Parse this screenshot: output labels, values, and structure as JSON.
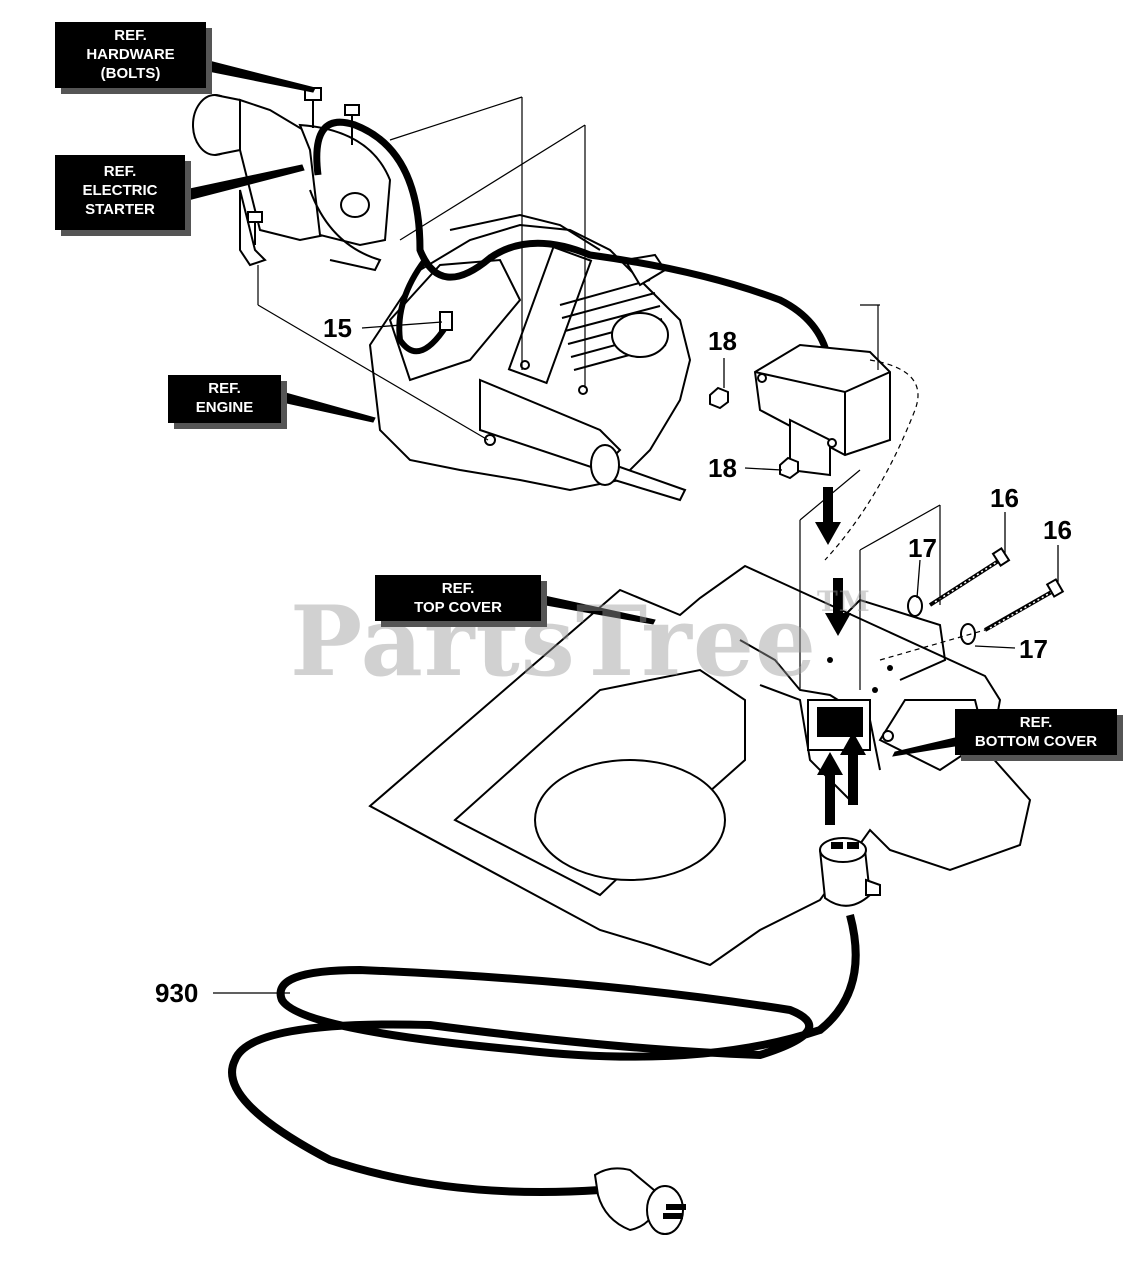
{
  "labels": {
    "ref_hardware": [
      "REF.",
      "HARDWARE",
      "(BOLTS)"
    ],
    "ref_electric_starter": [
      "REF.",
      "ELECTRIC",
      "STARTER"
    ],
    "ref_engine": [
      "REF.",
      "ENGINE"
    ],
    "ref_top_cover": [
      "REF.",
      "TOP COVER"
    ],
    "ref_bottom_cover": [
      "REF.",
      "BOTTOM COVER"
    ]
  },
  "part_numbers": {
    "p15": "15",
    "p18_upper": "18",
    "p18_lower": "18",
    "p16_left": "16",
    "p16_right": "16",
    "p17_upper": "17",
    "p17_lower": "17",
    "p930": "930"
  },
  "watermark": {
    "text": "PartsTree",
    "mark": "TM"
  }
}
